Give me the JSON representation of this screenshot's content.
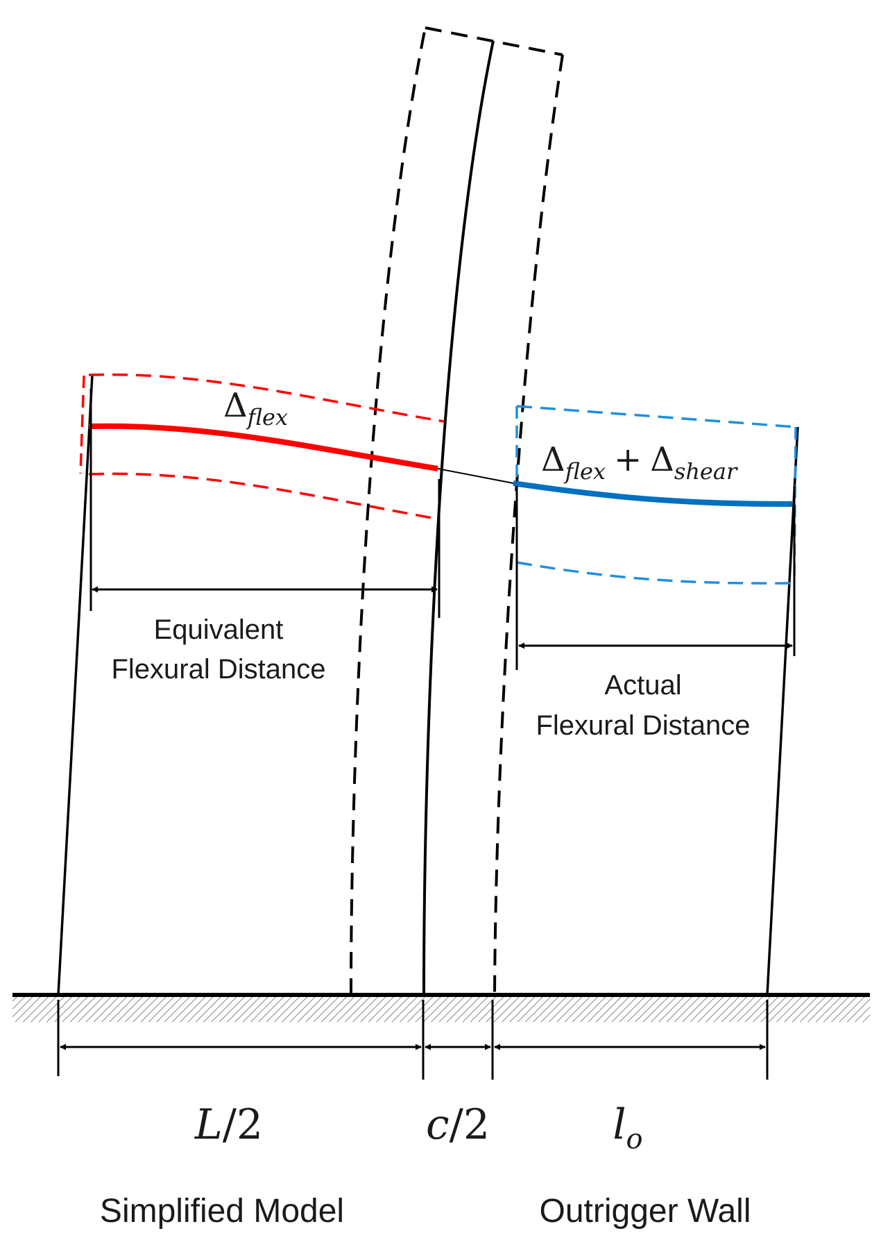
{
  "labels": {
    "delta": "Δ",
    "flex": "flex",
    "plus": "+",
    "shear": "shear",
    "equivalent_line1": "Equivalent",
    "equivalent_line2": "Flexural Distance",
    "actual_line1": "Actual",
    "actual_line2": "Flexural Distance",
    "dim_L_symbol": "L",
    "dim_c_symbol": "c",
    "dim_slash_two": "/2",
    "dim_lo_symbol": "l",
    "dim_lo_subscript": "o",
    "simplified_model": "Simplified Model",
    "outrigger_wall": "Outrigger Wall"
  },
  "colors": {
    "red_flex": "#ff0000",
    "blue_flex": "#0070c0",
    "blue_dash": "#1f8fe0",
    "ink": "#000000"
  }
}
